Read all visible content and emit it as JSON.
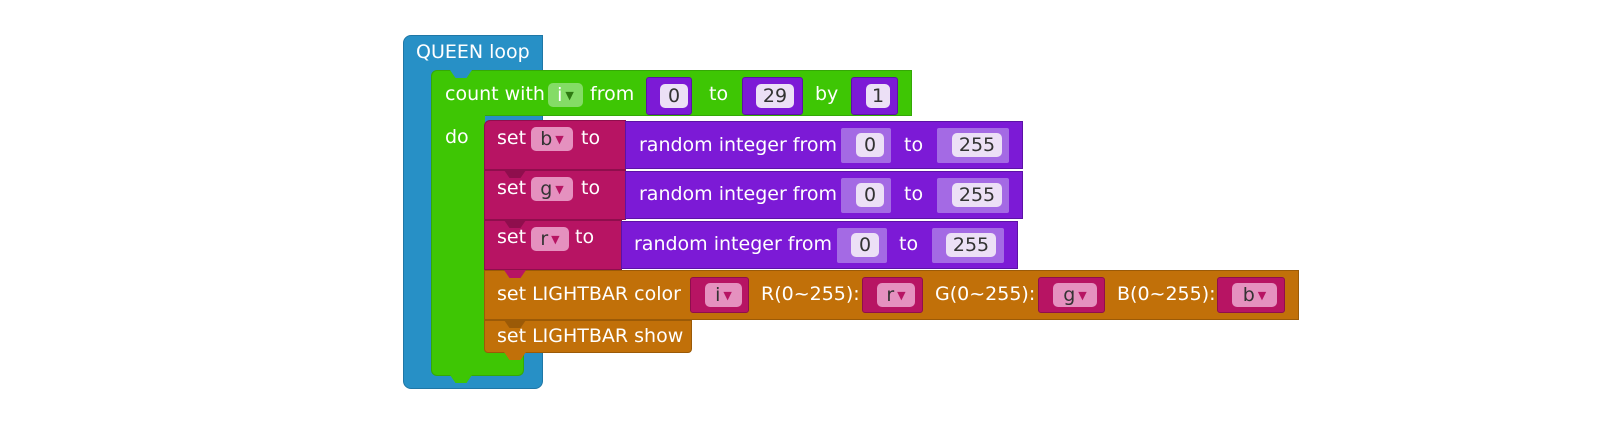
{
  "colors": {
    "loop_blue": "#2790c6",
    "count_green": "#3ec604",
    "variable_pink": "#b71463",
    "math_purple": "#7c1ad6",
    "lightbar_orange": "#c17009"
  },
  "queen_loop": {
    "label": "QUEEN loop"
  },
  "count_block": {
    "label": "count with",
    "var": "i",
    "from_label": "from",
    "from_value": "0",
    "to_label": "to",
    "to_value": "29",
    "by_label": "by",
    "by_value": "1",
    "do_label": "do"
  },
  "set_blocks": [
    {
      "set_label": "set",
      "var": "b",
      "to_label": "to",
      "random_label": "random integer from",
      "from_value": "0",
      "random_to_label": "to",
      "to_value": "255"
    },
    {
      "set_label": "set",
      "var": "g",
      "to_label": "to",
      "random_label": "random integer from",
      "from_value": "0",
      "random_to_label": "to",
      "to_value": "255"
    },
    {
      "set_label": "set",
      "var": "r",
      "to_label": "to",
      "random_label": "random integer from",
      "from_value": "0",
      "random_to_label": "to",
      "to_value": "255"
    }
  ],
  "lightbar_color": {
    "label": "set LIGHTBAR color",
    "index_var": "i",
    "r_label": "R(0~255):",
    "r_var": "r",
    "g_label": "G(0~255):",
    "g_var": "g",
    "b_label": "B(0~255):",
    "b_var": "b"
  },
  "lightbar_show": {
    "label": "set LIGHTBAR show"
  },
  "dropdown_caret": "▼"
}
